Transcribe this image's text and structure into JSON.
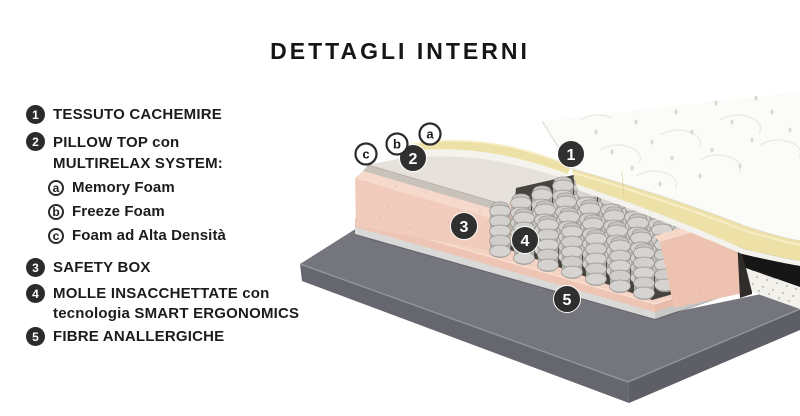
{
  "title": "DETTAGLI INTERNI",
  "legend": {
    "item1_num": "1",
    "item1_text": "TESSUTO CACHEMIRE",
    "item2_num": "2",
    "item2_line1": "PILLOW TOP con",
    "item2_line2": "MULTIRELAX SYSTEM:",
    "sub_a_letter": "a",
    "sub_a_text": "Memory Foam",
    "sub_b_letter": "b",
    "sub_b_text": "Freeze Foam",
    "sub_c_letter": "c",
    "sub_c_text": "Foam ad Alta Densità",
    "item3_num": "3",
    "item3_text": "SAFETY BOX",
    "item4_num": "4",
    "item4_line1": "MOLLE INSACCHETTATE con",
    "item4_line2": "tecnologia SMART ERGONOMICS",
    "item5_num": "5",
    "item5_text": "FIBRE ANALLERGICHE"
  },
  "markers": {
    "m1": "1",
    "m2": "2",
    "m3": "3",
    "m4": "4",
    "m5": "5",
    "ma": "a",
    "mb": "b",
    "mc": "c"
  },
  "colors": {
    "text": "#1c1c1c",
    "marker_fill": "#2b2b2b",
    "safety_box_pink": "#f1ccbc",
    "memory_foam_cream": "#eee1a8",
    "freeze_foam_white": "#f4f3ee",
    "high_density_gray": "#e6e1da",
    "platform_gray": "#75757d",
    "trim_black": "#161616"
  }
}
